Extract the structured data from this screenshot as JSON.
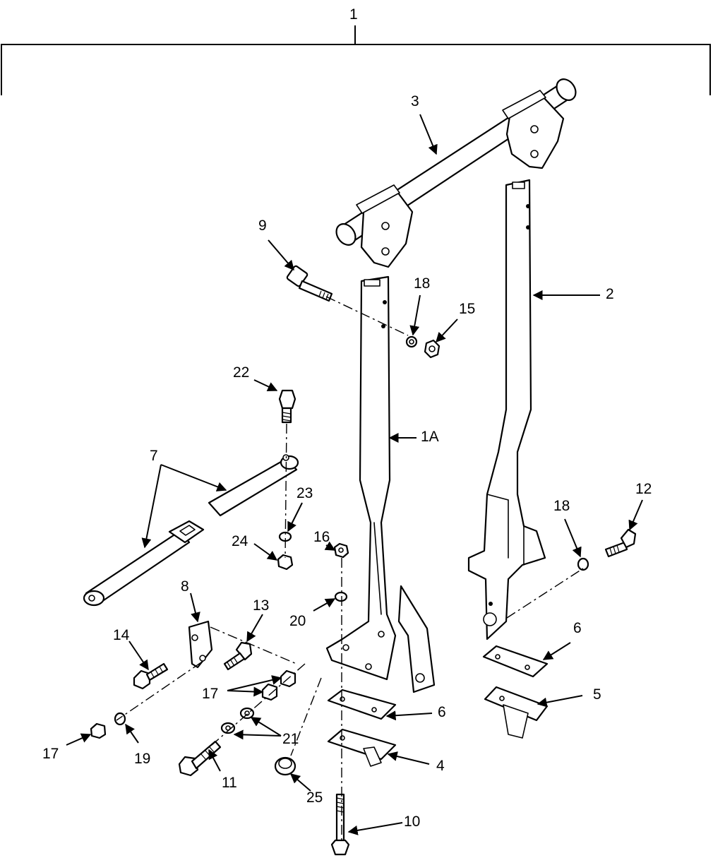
{
  "figure": {
    "assembly_number": "1"
  },
  "callouts": {
    "c1A": "1A",
    "c2": "2",
    "c3": "3",
    "c4": "4",
    "c5": "5",
    "c6a": "6",
    "c6b": "6",
    "c7": "7",
    "c8": "8",
    "c9": "9",
    "c10": "10",
    "c11": "11",
    "c12": "12",
    "c13": "13",
    "c14": "14",
    "c15": "15",
    "c16": "16",
    "c17a": "17",
    "c17b": "17",
    "c18a": "18",
    "c18b": "18",
    "c19": "19",
    "c20": "20",
    "c21": "21",
    "c22": "22",
    "c23": "23",
    "c24": "24",
    "c25": "25"
  }
}
